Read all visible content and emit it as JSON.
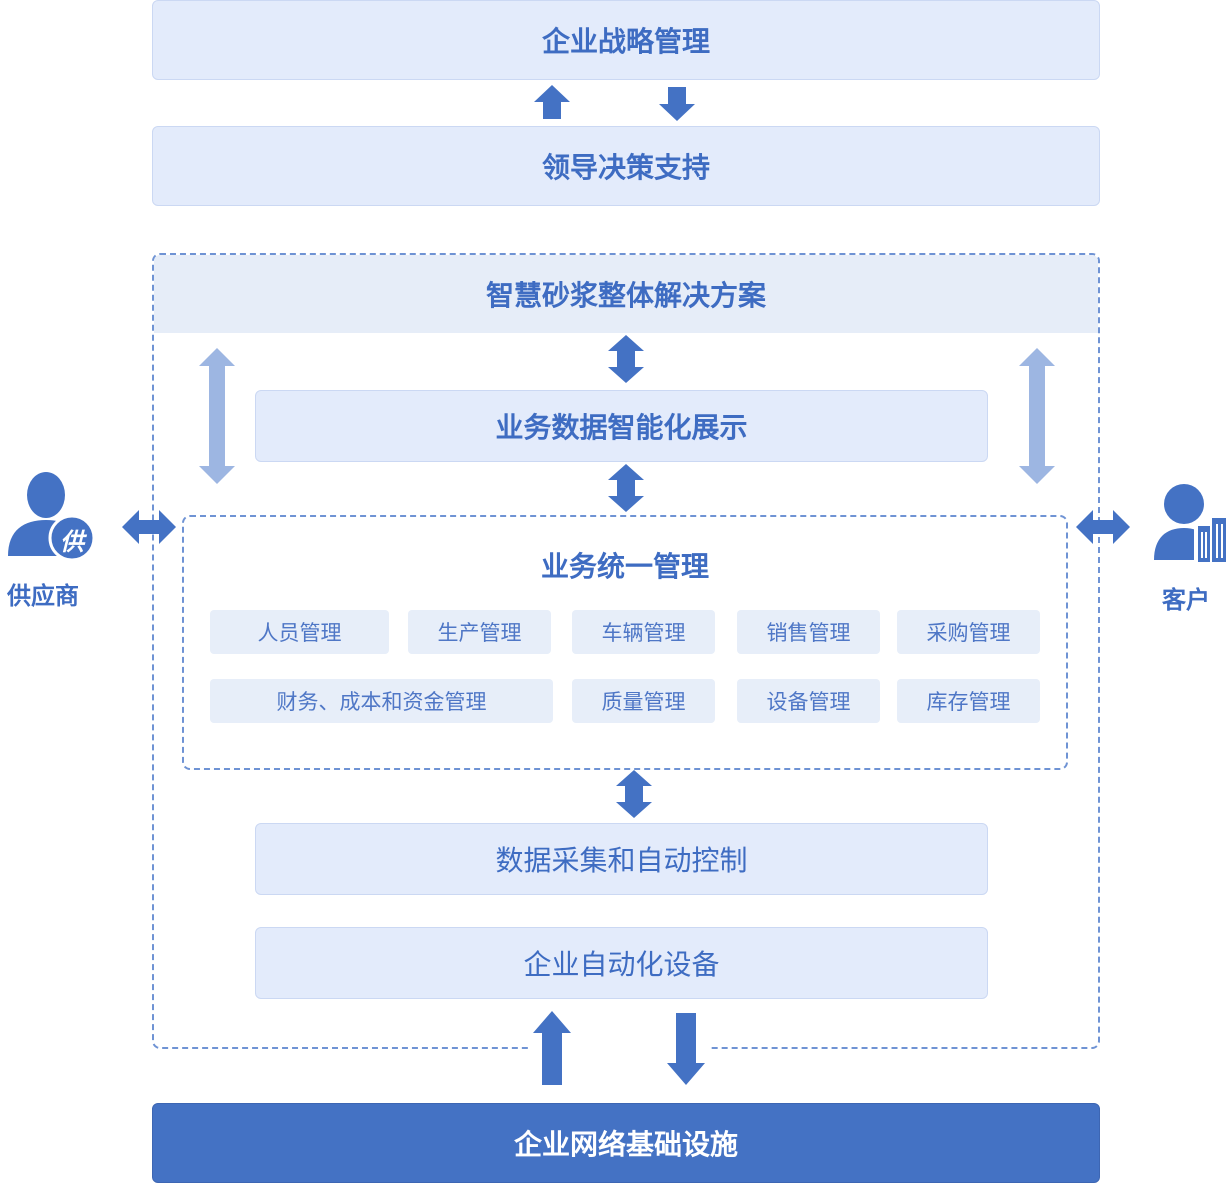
{
  "top": {
    "strategy": "企业战略管理",
    "decision": "领导决策支持"
  },
  "solution": {
    "header": "智慧砂浆整体解决方案",
    "display": "业务数据智能化展示",
    "unified": {
      "title": "业务统一管理",
      "modules_row1": [
        "人员管理",
        "生产管理",
        "车辆管理",
        "销售管理",
        "采购管理"
      ],
      "modules_row2": [
        "财务、成本和资金管理",
        "质量管理",
        "设备管理",
        "库存管理"
      ]
    },
    "data_collection": "数据采集和自动控制",
    "automation": "企业自动化设备"
  },
  "infrastructure": "企业网络基础设施",
  "supplier": {
    "label": "供应商",
    "badge": "供"
  },
  "customer": {
    "label": "客户"
  },
  "colors": {
    "primary": "#4472c4",
    "box_fill": "#e3ebfb",
    "text": "#3e6cc2",
    "faded_arrow": "#9db6e2"
  }
}
